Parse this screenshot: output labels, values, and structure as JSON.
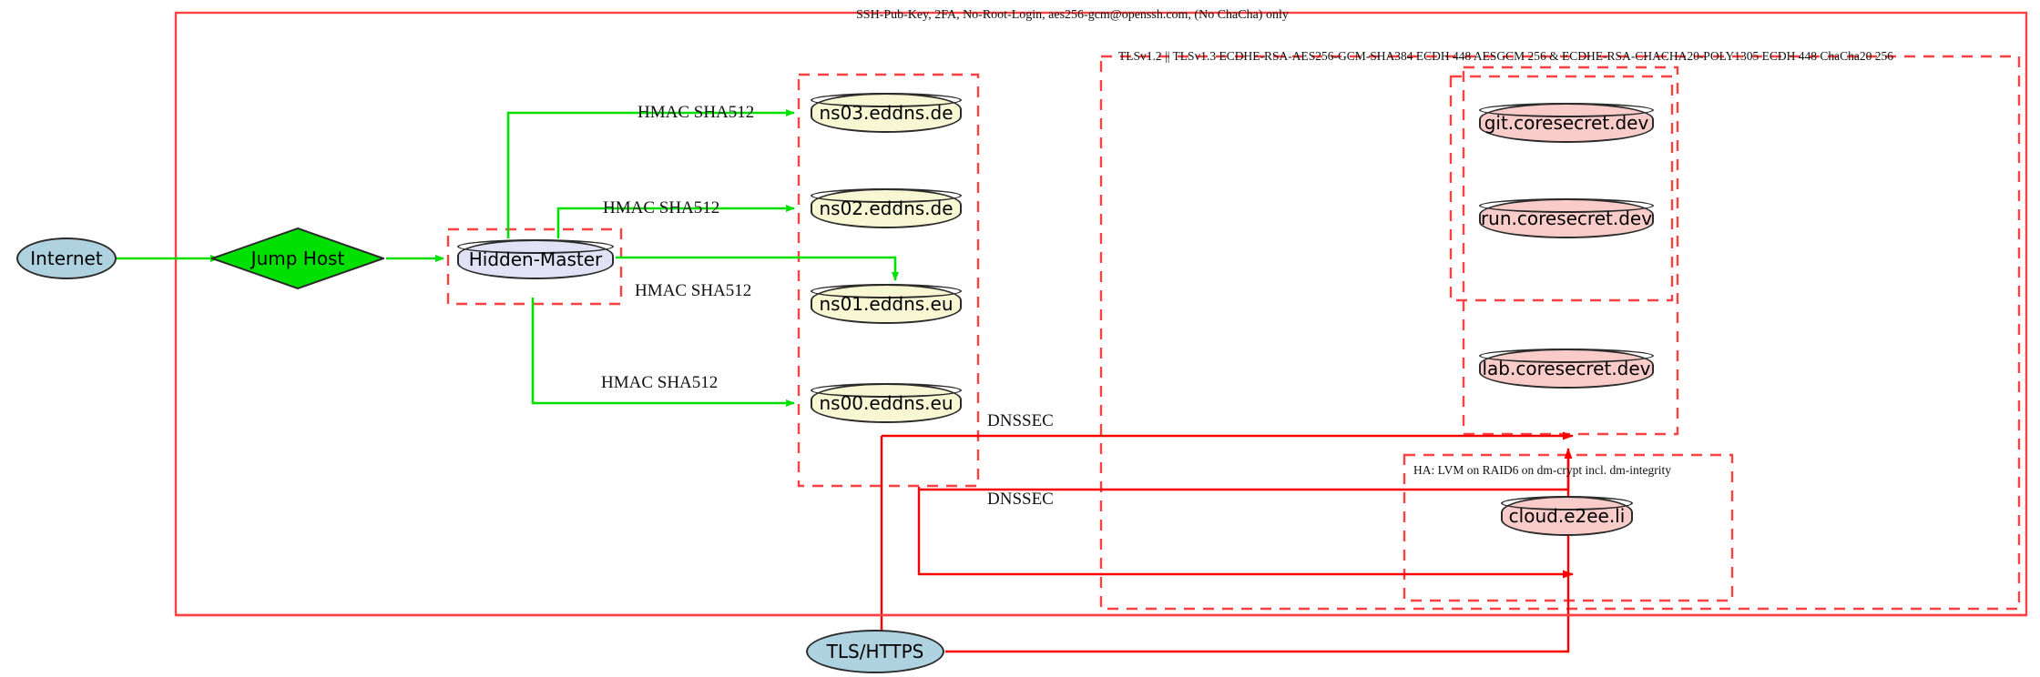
{
  "diagram": {
    "title_label": "SSH-Pub-Key, 2FA, No-Root-Login, aes256-gcm@openssh.com, (No ChaCha) only",
    "tls_label": "TLSv1.2 || TLSv1.3 ECDHE-RSA-AES256-GCM-SHA384 ECDH 448 AESGCM 256 & ECDHE-RSA-CHACHA20-POLY1305 ECDH 448 ChaCha20 256",
    "ha_label": "HA: LVM on RAID6 on dm-crypt incl. dm-integrity",
    "colors": {
      "boundary": "#fb4141",
      "cluster_dashed": "#fb4141",
      "edge_green": "#00e000",
      "edge_red": "#fb0000",
      "node_stroke": "#2b2b2b",
      "internet_fill": "#aed2e0",
      "jumphost_fill": "#00e000",
      "master_fill": "#e2e2f7",
      "dns_fill": "#f7f7d4",
      "service_fill": "#f9ccca"
    },
    "nodes": {
      "internet": "Internet",
      "jump_host": "Jump Host",
      "hidden_master": "Hidden-Master",
      "ns03": "ns03.eddns.de",
      "ns02": "ns02.eddns.de",
      "ns01": "ns01.eddns.eu",
      "ns00": "ns00.eddns.eu",
      "git": "git.coresecret.dev",
      "run": "run.coresecret.dev",
      "lab": "lab.coresecret.dev",
      "cloud": "cloud.e2ee.li",
      "tls_https": "TLS/HTTPS"
    },
    "edge_labels": {
      "hmac_ns03": "HMAC SHA512",
      "hmac_ns02": "HMAC SHA512",
      "hmac_ns01": "HMAC SHA512",
      "hmac_ns00": "HMAC SHA512",
      "dnssec_top": "DNSSEC",
      "dnssec_bottom": "DNSSEC"
    }
  }
}
